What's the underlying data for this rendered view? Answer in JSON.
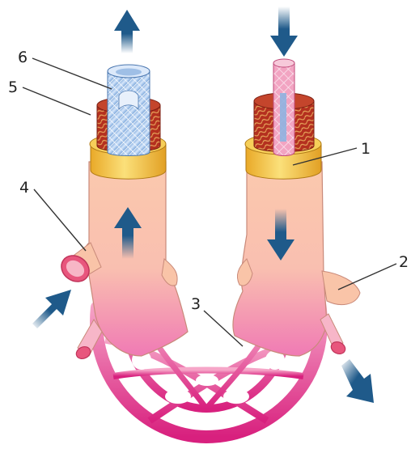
{
  "callouts": [
    {
      "number": "1"
    },
    {
      "number": "2"
    },
    {
      "number": "3"
    },
    {
      "number": "4"
    },
    {
      "number": "5"
    },
    {
      "number": "6"
    }
  ],
  "colors": {
    "arrow_blue": "#1f5a8a",
    "skin": "#f9c4a8",
    "capillary_magenta": "#e0428e",
    "sleeve_gold": "#f0c545",
    "vessel_red_inner": "#c83a2a",
    "blue_mesh": "#a8c8ec",
    "pink_mesh": "#ee9cbc"
  },
  "icons": {
    "flow_arrow": "arrow-icon",
    "leader_line": "leader-line"
  }
}
